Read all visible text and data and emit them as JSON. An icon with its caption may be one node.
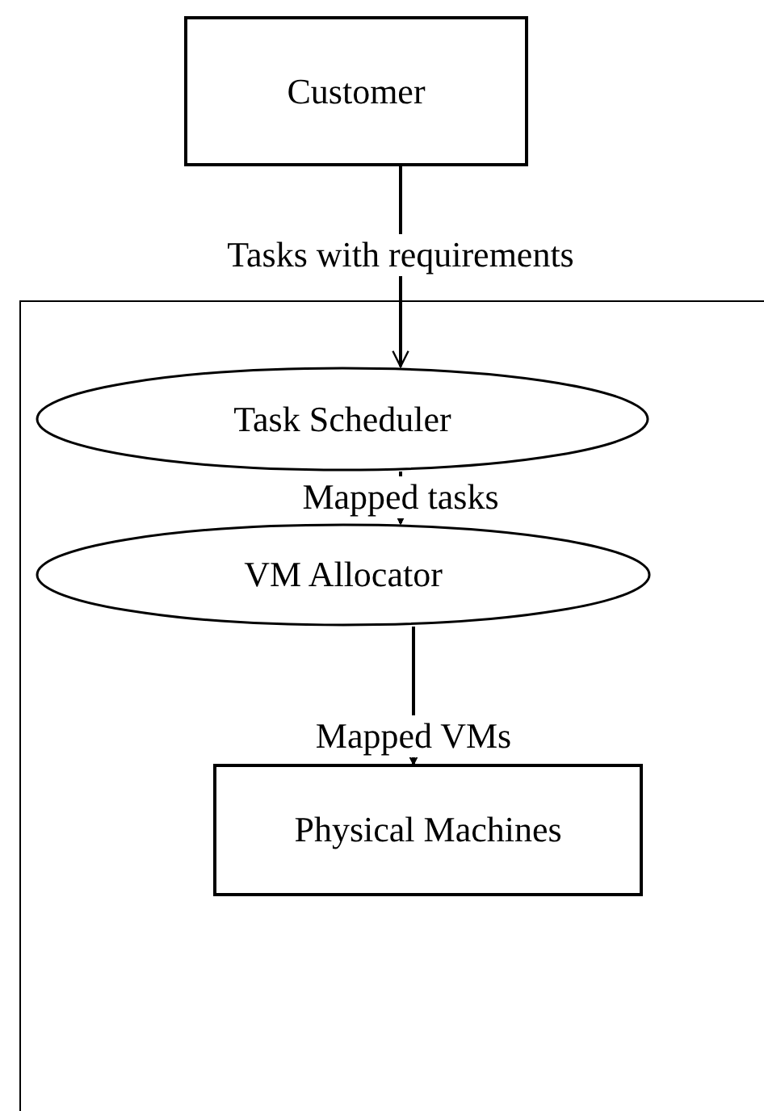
{
  "diagram": {
    "nodes": [
      {
        "text": [
          "Customer"
        ]
      },
      {
        "text": [],
        "shape": "box"
      },
      {
        "text": [
          "Task Scheduler"
        ],
        "in": 1
      },
      {
        "text": [
          "VM Allocator"
        ],
        "in": 1
      },
      {
        "text": [
          "Physical Machines"
        ],
        "in": 1
      }
    ],
    "edges": [
      {
        "from": 0,
        "to": 2,
        "arrow": "to",
        "label": "Tasks with requirements"
      },
      {
        "from": 2,
        "to": 3,
        "arrow": "to",
        "label": "Mapped tasks"
      },
      {
        "from": 3,
        "to": 4,
        "arrow": "to",
        "label": "Mapped VMs"
      }
    ]
  }
}
